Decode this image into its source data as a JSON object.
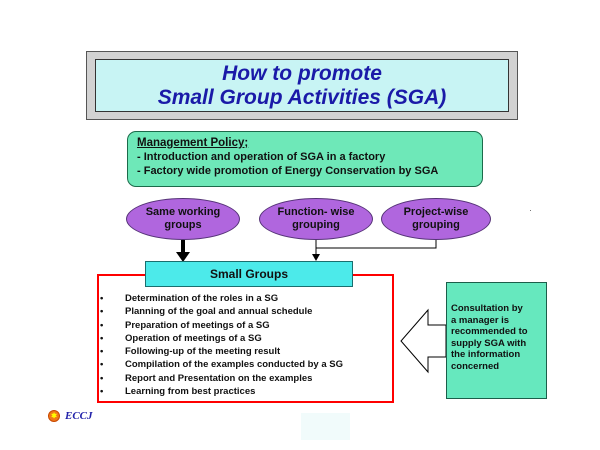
{
  "title": {
    "line1": "How to promote",
    "line2": "Small Group Activities (SGA)"
  },
  "policy": {
    "heading": "Management Policy;",
    "lines": [
      "- Introduction and operation of SGA in a factory",
      "- Factory wide promotion of Energy Conservation by SGA"
    ]
  },
  "groupings": [
    {
      "line1": "Same working",
      "line2": "groups"
    },
    {
      "line1": "Function- wise",
      "line2": "grouping"
    },
    {
      "line1": "Project-wise",
      "line2": "grouping"
    }
  ],
  "small_groups": {
    "heading": "Small Groups",
    "bullet": "•",
    "items": [
      "Determination of the roles in a SG",
      "Planning of the goal and annual schedule",
      "Preparation of meetings of a SG",
      "Operation of meetings of a SG",
      "Following-up of the meeting result",
      "Compilation of the examples conducted by a SG",
      "Report and Presentation on the examples",
      "Learning from best practices"
    ]
  },
  "consultation": {
    "lines": [
      "Consultation by",
      "a manager is",
      " recommended to",
      " supply SGA with",
      " the information",
      " concerned"
    ]
  },
  "logo": {
    "text": "ECCJ",
    "mark_color": "#f07818"
  },
  "colors": {
    "title_text": "#1a1aa8",
    "title_fill": "#c8f4f4",
    "policy_fill": "#6ee8b8",
    "ellipse_fill": "#b066de",
    "header_fill": "#4ceaea",
    "box_border": "#ff0000",
    "consult_fill": "#66e8be"
  }
}
